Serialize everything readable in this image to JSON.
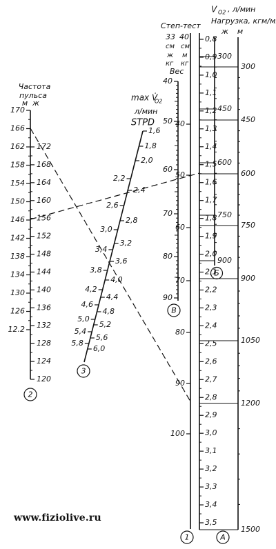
{
  "website": "www.fiziolive.ru",
  "pulse": {
    "title": [
      "Частота",
      "пульса"
    ],
    "men_header": "м",
    "women_header": "ж",
    "men_ticks": [
      "170",
      "166",
      "162",
      "158",
      "154",
      "150",
      "146",
      "142",
      "138",
      "134",
      "130",
      "126",
      "12.2"
    ],
    "women_ticks": [
      "172",
      "168",
      "164",
      "160",
      "156",
      "152",
      "148",
      "144",
      "140",
      "136",
      "132",
      "128",
      "124",
      "120"
    ],
    "axis_id": "2"
  },
  "vo2max": {
    "title": [
      "max V̇",
      "O2",
      "л/мин",
      "STPD"
    ],
    "left_ticks": [
      "2,2",
      "2,6",
      "3,0",
      "3,4",
      "3,8",
      "4,2",
      "4,6",
      "5,0",
      "5,4",
      "5,8"
    ],
    "right_ticks": [
      "1,6",
      "1,8",
      "2,0",
      "2,4",
      "2,8",
      "3,2",
      "3,6",
      "4,0",
      "4,4",
      "4,8",
      "5,2",
      "5,6",
      "6,0"
    ],
    "axis_id": "3"
  },
  "weight": {
    "header": [
      "Степ-тест",
      "33",
      "40",
      "см",
      "см",
      "ж",
      "м",
      "кг",
      "кг",
      "Вес"
    ],
    "left_ticks": [
      "40",
      "50",
      "60",
      "70",
      "80",
      "90",
      "100"
    ],
    "right_ticks": [
      "40",
      "50",
      "60",
      "70",
      "80",
      "90"
    ],
    "axis_ids": [
      "1",
      "В"
    ]
  },
  "vo2": {
    "title": [
      "V",
      "O2",
      ", л/мин"
    ],
    "ticks": [
      "0,8",
      "0,9",
      "1,0",
      "1,1",
      "1,2",
      "1,3",
      "1,4",
      "1,5",
      "1,6",
      "1,7",
      "1,8",
      "1,9",
      "2,0",
      "2,1",
      "2,2",
      "2,3",
      "2,4",
      "2,5",
      "2,6",
      "2,7",
      "2,8",
      "2,9",
      "3,0",
      "3,1",
      "3,2",
      "3,3",
      "3,4",
      "3,5"
    ]
  },
  "load": {
    "title": "Нагрузка, кгм/мин",
    "women_header": "ж",
    "men_header": "м",
    "women_ticks": [
      "300",
      "450",
      "600",
      "750",
      "900"
    ],
    "men_ticks": [
      "300",
      "450",
      "600",
      "750",
      "900",
      "1050",
      "1200",
      "1500"
    ],
    "axis_ids": [
      "Б",
      "А"
    ]
  }
}
